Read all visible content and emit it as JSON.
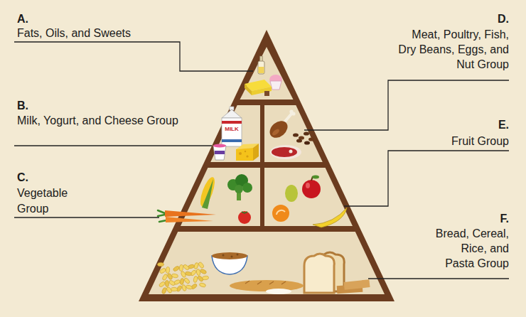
{
  "diagram": {
    "labels": [
      "A.",
      "Fats, Oils, and Sweets",
      "D.",
      "Meat, Poultry, Fish, Dry Beans, Eggs, and Nut Group",
      "B.",
      "Milk, Yogurt, and Cheese Group",
      "MILK",
      "E.",
      "Fruit Group",
      "C.",
      "Vegetable Group",
      "F.",
      "Bread, Cereal, Rice, and Pasta Group"
    ]
  }
}
